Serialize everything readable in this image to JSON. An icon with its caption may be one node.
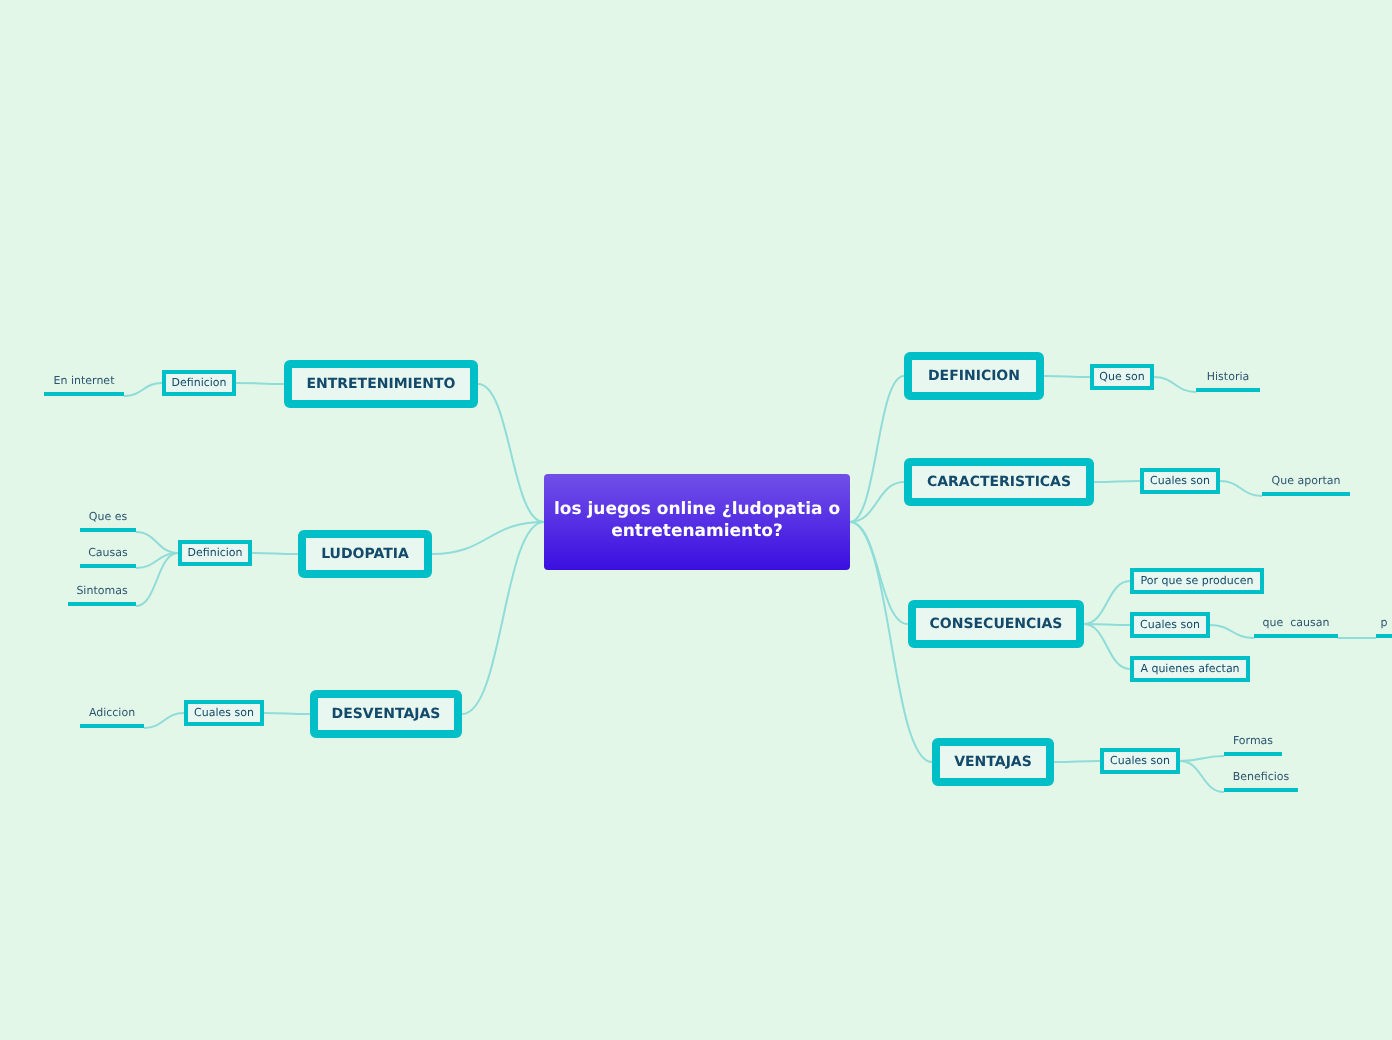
{
  "diagram": {
    "nodes": [
      {
        "text": [
          "los juegos online ¿ludopatia o entretenamiento?"
        ]
      },
      {
        "text": [
          "ENTRETENIMIENTO"
        ]
      },
      {
        "text": [
          "Definicion"
        ]
      },
      {
        "text": [
          "En internet"
        ]
      },
      {
        "text": [
          "LUDOPATIA"
        ]
      },
      {
        "text": [
          "Definicion"
        ]
      },
      {
        "text": [
          "Que es"
        ]
      },
      {
        "text": [
          "Causas"
        ]
      },
      {
        "text": [
          "Sintomas"
        ]
      },
      {
        "text": [
          "DESVENTAJAS"
        ]
      },
      {
        "text": [
          "Cuales son"
        ]
      },
      {
        "text": [
          "Adiccion"
        ]
      },
      {
        "text": [
          "DEFINICION"
        ]
      },
      {
        "text": [
          "Que son"
        ]
      },
      {
        "text": [
          "Historia"
        ]
      },
      {
        "text": [
          "CARACTERISTICAS"
        ]
      },
      {
        "text": [
          "Cuales son"
        ]
      },
      {
        "text": [
          "Que aportan"
        ]
      },
      {
        "text": [
          "CONSECUENCIAS"
        ]
      },
      {
        "text": [
          "Por que se producen"
        ]
      },
      {
        "text": [
          "Cuales son"
        ]
      },
      {
        "text": [
          "A quienes afectan"
        ]
      },
      {
        "text": [
          "que  causan"
        ]
      },
      {
        "text": [
          "p"
        ]
      },
      {
        "text": [
          "VENTAJAS"
        ]
      },
      {
        "text": [
          "Cuales son"
        ]
      },
      {
        "text": [
          "Formas"
        ]
      },
      {
        "text": [
          "Beneficios"
        ]
      }
    ],
    "edges": [
      {
        "from": 0,
        "to": 1,
        "arrow": "none"
      },
      {
        "from": 1,
        "to": 2,
        "arrow": "none"
      },
      {
        "from": 2,
        "to": 3,
        "arrow": "none"
      },
      {
        "from": 0,
        "to": 4,
        "arrow": "none"
      },
      {
        "from": 4,
        "to": 5,
        "arrow": "none"
      },
      {
        "from": 5,
        "to": 6,
        "arrow": "none"
      },
      {
        "from": 5,
        "to": 7,
        "arrow": "none"
      },
      {
        "from": 5,
        "to": 8,
        "arrow": "none"
      },
      {
        "from": 0,
        "to": 9,
        "arrow": "none"
      },
      {
        "from": 9,
        "to": 10,
        "arrow": "none"
      },
      {
        "from": 10,
        "to": 11,
        "arrow": "none"
      },
      {
        "from": 0,
        "to": 12,
        "arrow": "none"
      },
      {
        "from": 12,
        "to": 13,
        "arrow": "none"
      },
      {
        "from": 13,
        "to": 14,
        "arrow": "none"
      },
      {
        "from": 0,
        "to": 15,
        "arrow": "none"
      },
      {
        "from": 15,
        "to": 16,
        "arrow": "none"
      },
      {
        "from": 16,
        "to": 17,
        "arrow": "none"
      },
      {
        "from": 0,
        "to": 18,
        "arrow": "none"
      },
      {
        "from": 18,
        "to": 19,
        "arrow": "none"
      },
      {
        "from": 18,
        "to": 20,
        "arrow": "none"
      },
      {
        "from": 18,
        "to": 21,
        "arrow": "none"
      },
      {
        "from": 20,
        "to": 22,
        "arrow": "none"
      },
      {
        "from": 22,
        "to": 23,
        "arrow": "none"
      },
      {
        "from": 0,
        "to": 24,
        "arrow": "none"
      },
      {
        "from": 24,
        "to": 25,
        "arrow": "none"
      },
      {
        "from": 25,
        "to": 26,
        "arrow": "none"
      },
      {
        "from": 25,
        "to": 27,
        "arrow": "none"
      }
    ]
  }
}
